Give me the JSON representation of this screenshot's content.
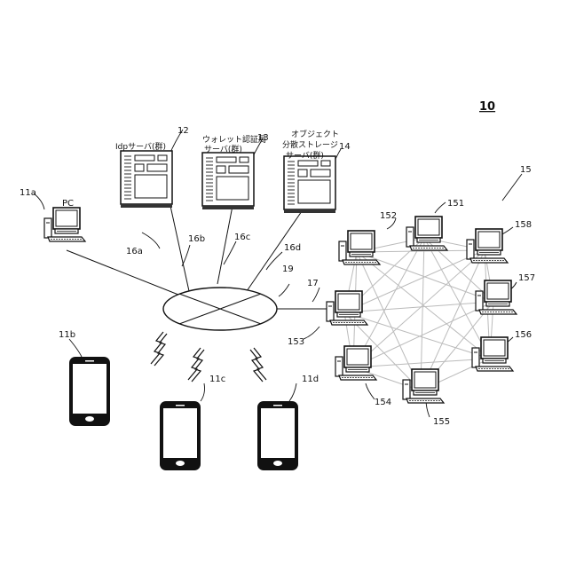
{
  "figure_number": "10",
  "pc": {
    "ref": "11a",
    "caption": "PC"
  },
  "servers": [
    {
      "ref": "12",
      "caption_lines": [
        "Idpサーバ(群)"
      ]
    },
    {
      "ref": "13",
      "caption_lines": [
        "ウォレット認証局",
        "サーバ(群)"
      ]
    },
    {
      "ref": "14",
      "caption_lines": [
        "オブジェクト",
        "分散ストレージ",
        "サーバ(群)"
      ]
    }
  ],
  "links": [
    "16a",
    "16b",
    "16c",
    "16d"
  ],
  "network_ref": "19",
  "p2p_link_ref": "17",
  "p2p_group_ref": "15",
  "p2p_nodes": [
    "151",
    "152",
    "153",
    "154",
    "155",
    "156",
    "157",
    "158"
  ],
  "phones": [
    "11b",
    "11c",
    "11d"
  ],
  "colors": {
    "ink": "#111111",
    "mesh": "#bbbbbb"
  }
}
